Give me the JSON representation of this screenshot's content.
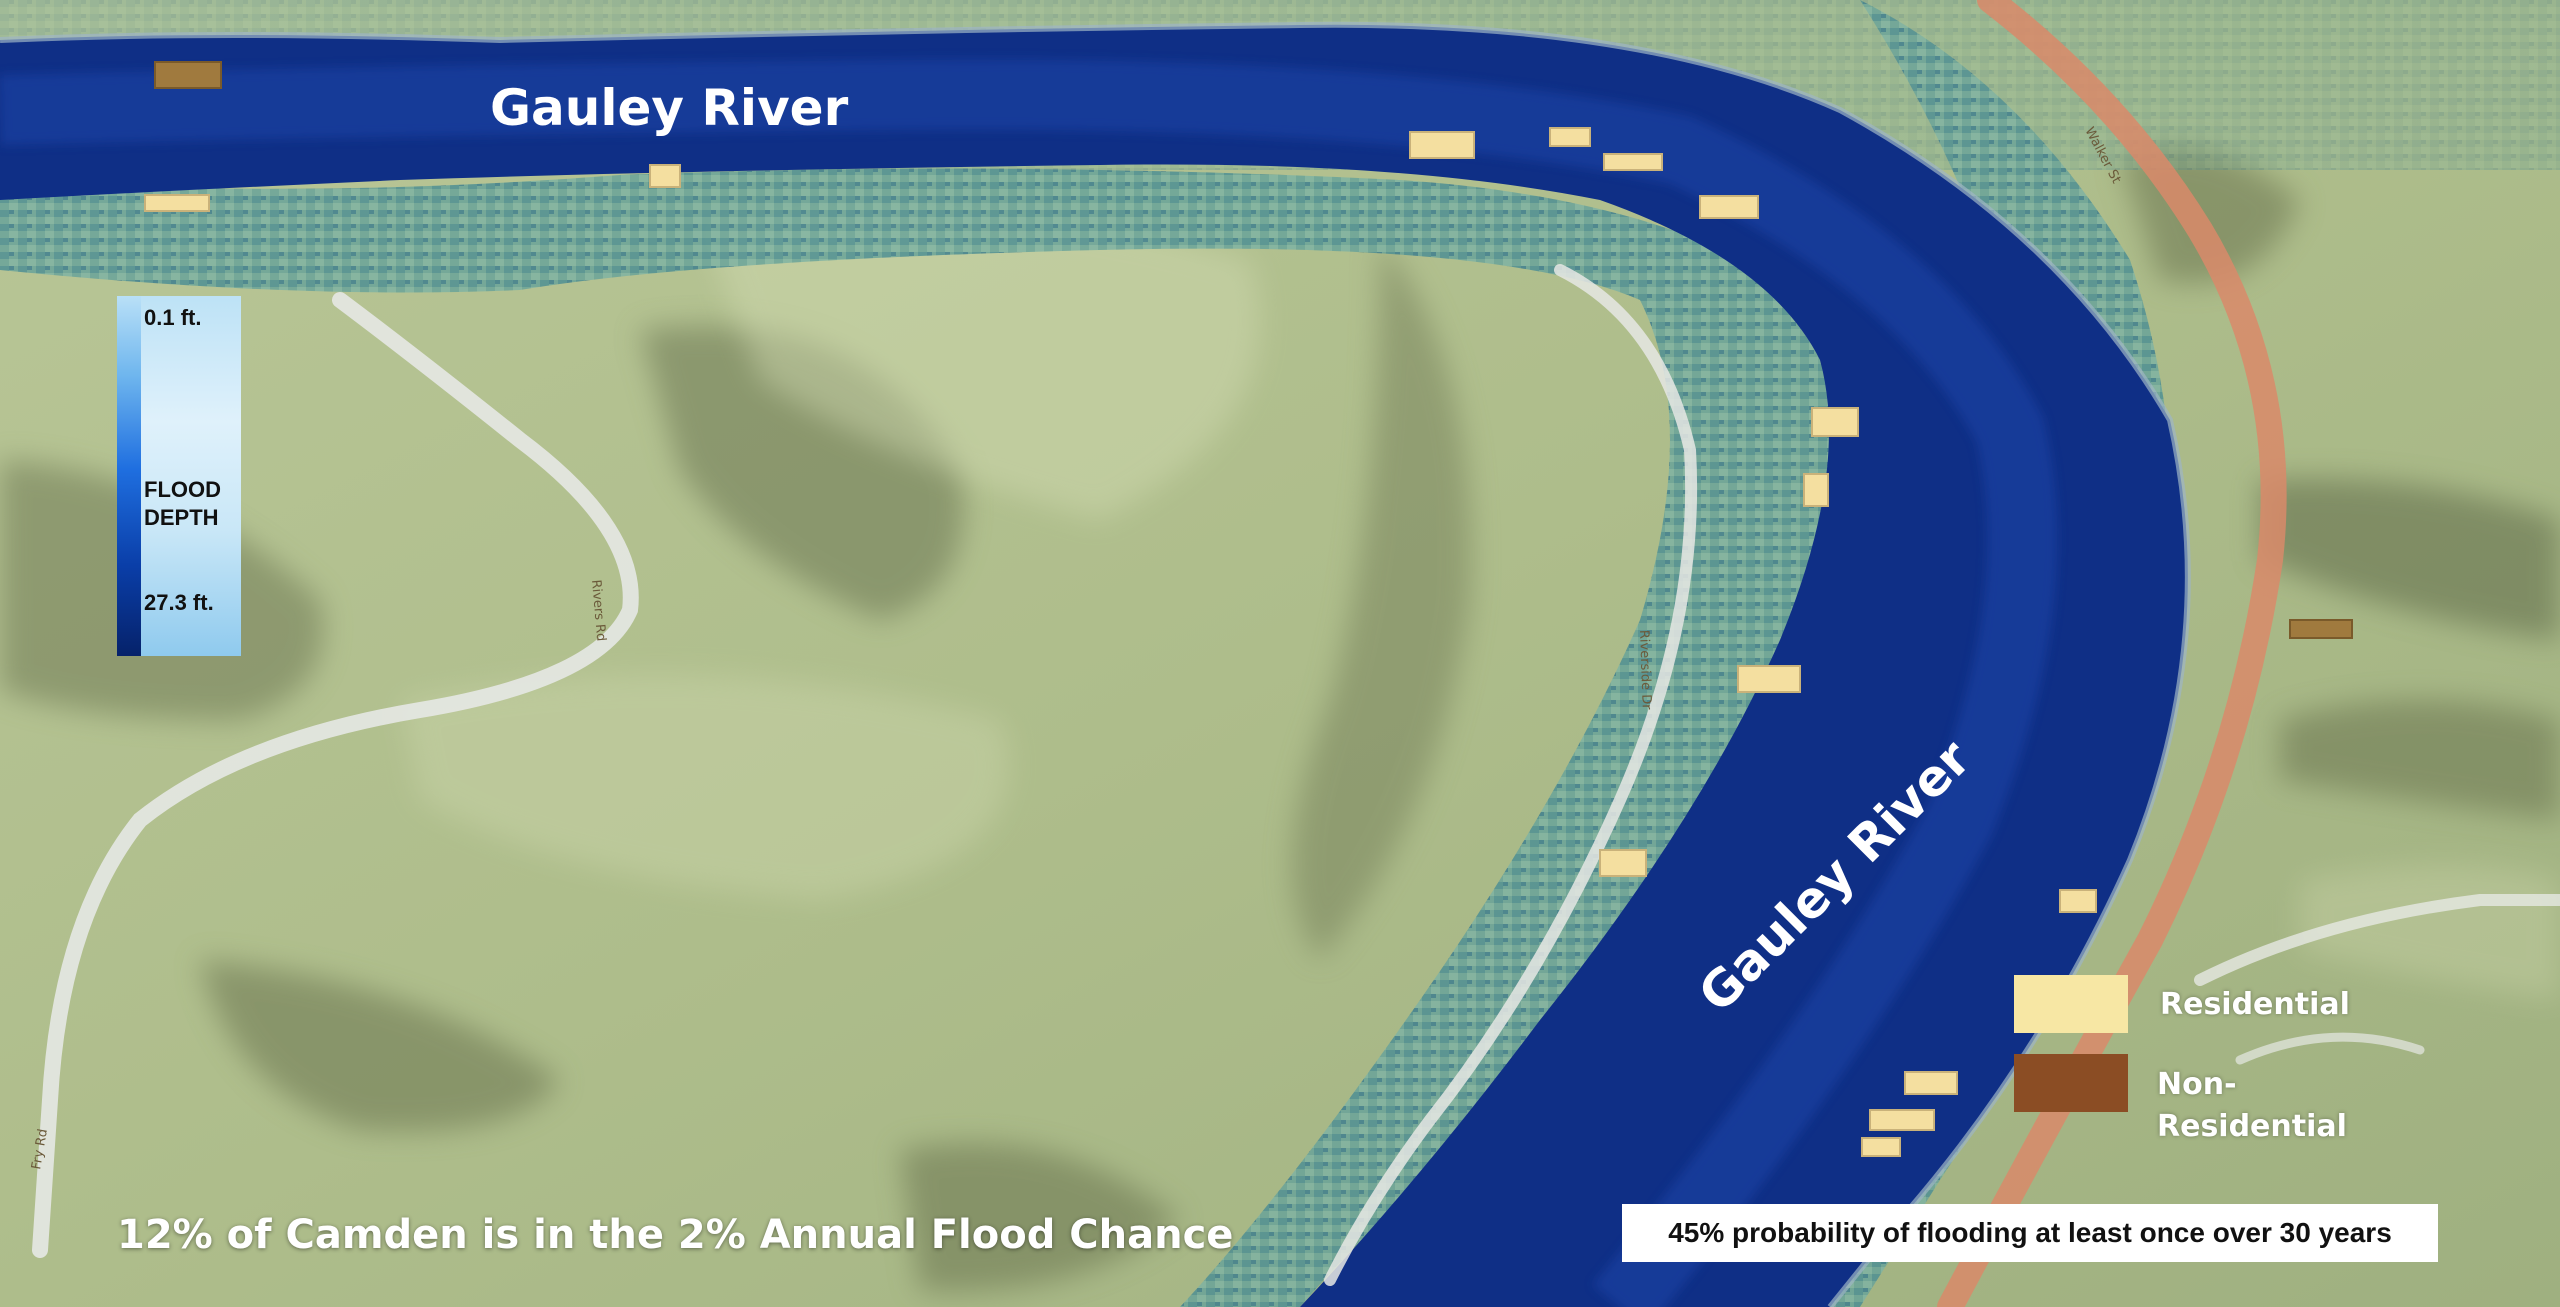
{
  "map": {
    "river_label_top": "Gauley River",
    "river_label_bottom": "Gauley River",
    "road_labels": [
      "Walker St",
      "Rivers Rd",
      "Riverside Dr",
      "Fry Rd"
    ],
    "colors": {
      "river": "#0f2f86",
      "terrain": "#b5c493",
      "floodplain": "#5f9e97",
      "road": "#e6e8e4",
      "residential": "#f7e7a4",
      "non_residential": "#8b4d24"
    }
  },
  "depth_legend": {
    "min_label": "0.1 ft.",
    "title": "FLOOD\nDEPTH",
    "max_label": "27.3 ft."
  },
  "building_legend": {
    "residential": "Residential",
    "non_residential": "Non-\nResidential"
  },
  "headline": "12% of Camden is in the 2% Annual Flood Chance",
  "probability_note": "45% probability of flooding at least once over 30 years"
}
